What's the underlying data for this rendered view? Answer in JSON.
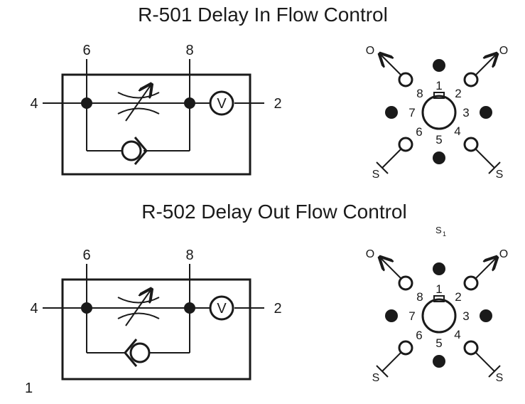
{
  "diagrams": [
    {
      "title": "R-501 Delay In Flow Control",
      "ports": {
        "left": "4",
        "right": "2",
        "top_left": "6",
        "top_right": "8"
      },
      "valve_label": "V",
      "check_direction": "right",
      "pins": [
        "1",
        "2",
        "3",
        "4",
        "5",
        "6",
        "7",
        "8"
      ],
      "outer_labels": {
        "top_left": "O",
        "top_right": "O",
        "bottom_left": "S",
        "bottom_right": "S"
      }
    },
    {
      "title": "R-502 Delay Out Flow Control",
      "ports": {
        "left": "4",
        "right": "2",
        "top_left": "6",
        "top_right": "8"
      },
      "valve_label": "V",
      "check_direction": "left",
      "pins": [
        "1",
        "2",
        "3",
        "4",
        "5",
        "6",
        "7",
        "8"
      ],
      "outer_labels": {
        "top_left": "O",
        "top_right": "O",
        "bottom_left": "S",
        "bottom_right": "S"
      },
      "note": "S",
      "note_sub": "1"
    }
  ],
  "page_number": "1"
}
